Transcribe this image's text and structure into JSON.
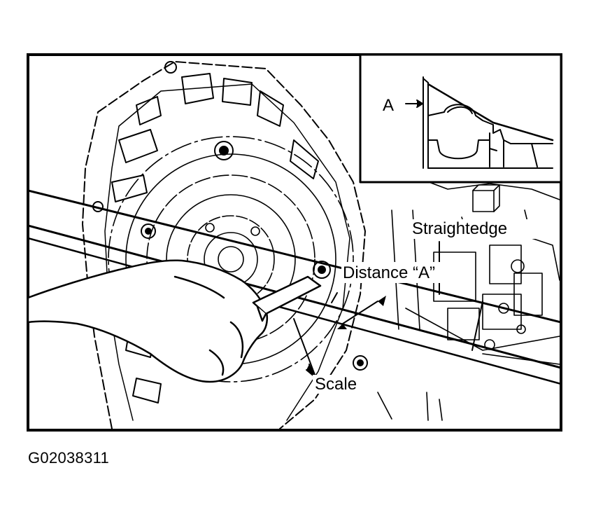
{
  "labels": {
    "inset_a": "A",
    "straightedge": "Straightedge",
    "distance": "Distance “A”",
    "scale": "Scale"
  },
  "figure_id": "G02038311",
  "colors": {
    "ink": "#000000",
    "paper": "#ffffff"
  }
}
